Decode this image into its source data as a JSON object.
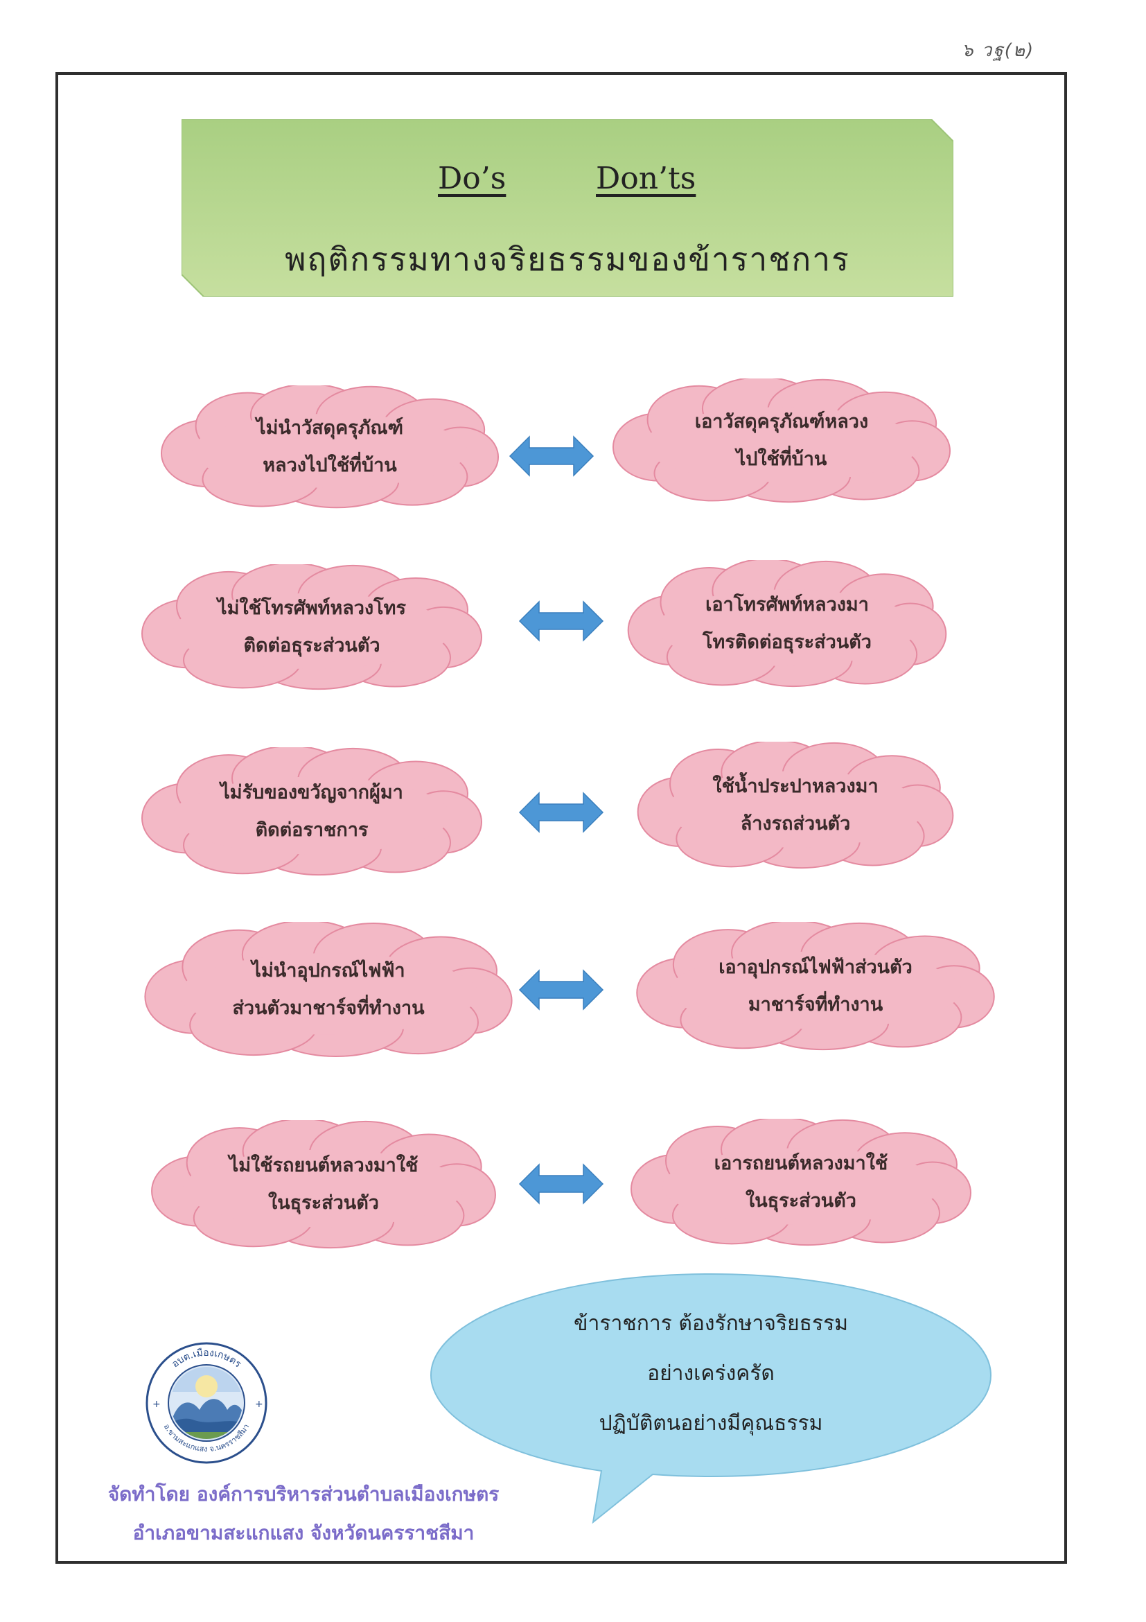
{
  "handwritten_note": "๖ วฐ(๒)",
  "header": {
    "dos": "Do’s",
    "donts": "Don’ts",
    "subtitle": "พฤติกรรมทางจริยธรรมของข้าราชการ"
  },
  "pairs": [
    {
      "do": {
        "line1": "ไม่นำวัสดุครุภัณฑ์",
        "line2": "หลวงไปใช้ที่บ้าน"
      },
      "dont": {
        "line1": "เอาวัสดุครุภัณฑ์หลวง",
        "line2": "ไปใช้ที่บ้าน"
      }
    },
    {
      "do": {
        "line1": "ไม่ใช้โทรศัพท์หลวงโทร",
        "line2": "ติดต่อธุระส่วนตัว"
      },
      "dont": {
        "line1": "เอาโทรศัพท์หลวงมา",
        "line2": "โทรติดต่อธุระส่วนตัว"
      }
    },
    {
      "do": {
        "line1": "ไม่รับของขวัญจากผู้มา",
        "line2": "ติดต่อราชการ"
      },
      "dont": {
        "line1": "ใช้น้ำประปาหลวงมา",
        "line2": "ล้างรถส่วนตัว"
      }
    },
    {
      "do": {
        "line1": "ไม่นำอุปกรณ์ไฟฟ้า",
        "line2": "ส่วนตัวมาชาร์จที่ทำงาน"
      },
      "dont": {
        "line1": "เอาอุปกรณ์ไฟฟ้าส่วนตัว",
        "line2": "มาชาร์จที่ทำงาน"
      }
    },
    {
      "do": {
        "line1": "ไม่ใช้รถยนต์หลวงมาใช้",
        "line2": "ในธุระส่วนตัว"
      },
      "dont": {
        "line1": "เอารถยนต์หลวงมาใช้",
        "line2": "ในธุระส่วนตัว"
      }
    }
  ],
  "callout": {
    "line1": "ข้าราชการ ต้องรักษาจริยธรรม",
    "line2": "อย่างเคร่งครัด",
    "line3": "ปฏิบัติตนอย่างมีคุณธรรม"
  },
  "seal": {
    "top_text": "อบต.เมืองเกษตร",
    "bottom_text": "อ.ขามสะแกแสง จ.นครราชสีมา"
  },
  "credit": {
    "line1": "จัดทำโดย องค์การบริหารส่วนตำบลเมืองเกษตร",
    "line2": "อำเภอขามสะแกแสง จังหวัดนครราชสีมา"
  },
  "colors": {
    "banner_fill": "#b5d58f",
    "cloud_fill": "#f3b9c6",
    "cloud_stroke": "#e48aa0",
    "arrow_fill": "#4d97d6",
    "bubble_fill": "#a8dcf0",
    "credit_text": "#7b6cc9"
  }
}
